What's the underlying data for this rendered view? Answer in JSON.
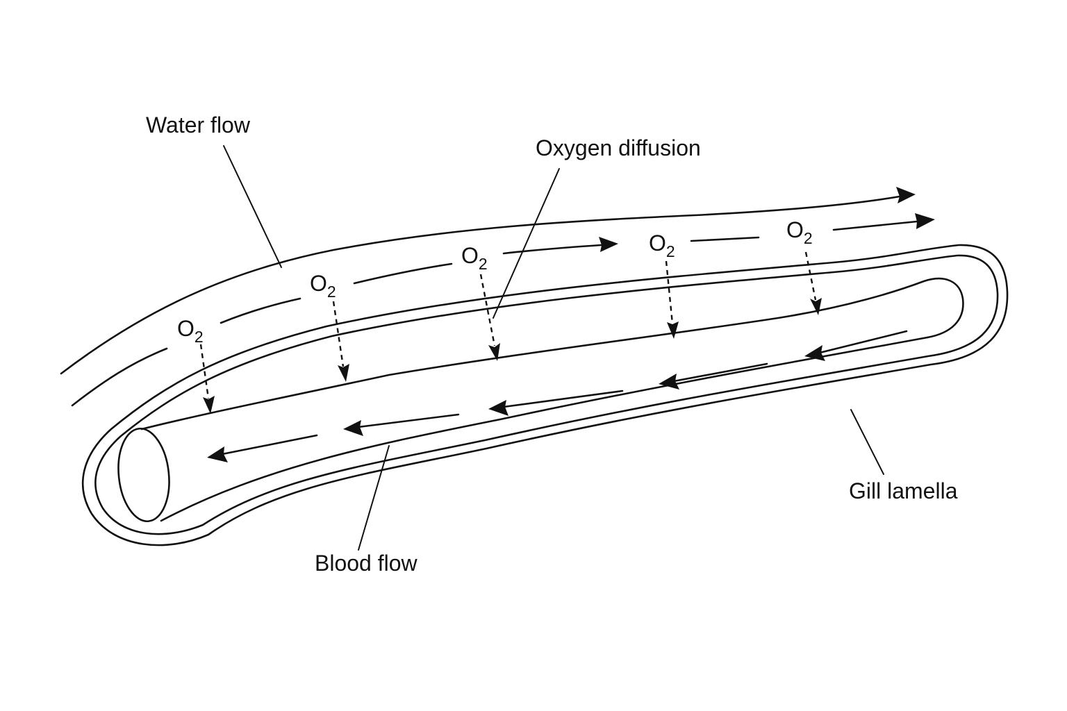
{
  "labels": {
    "water_flow": "Water flow",
    "oxygen_diffusion": "Oxygen diffusion",
    "gill_lamella": "Gill lamella",
    "blood_flow": "Blood flow"
  },
  "oxygen": {
    "symbol": "O",
    "subscript": "2"
  }
}
